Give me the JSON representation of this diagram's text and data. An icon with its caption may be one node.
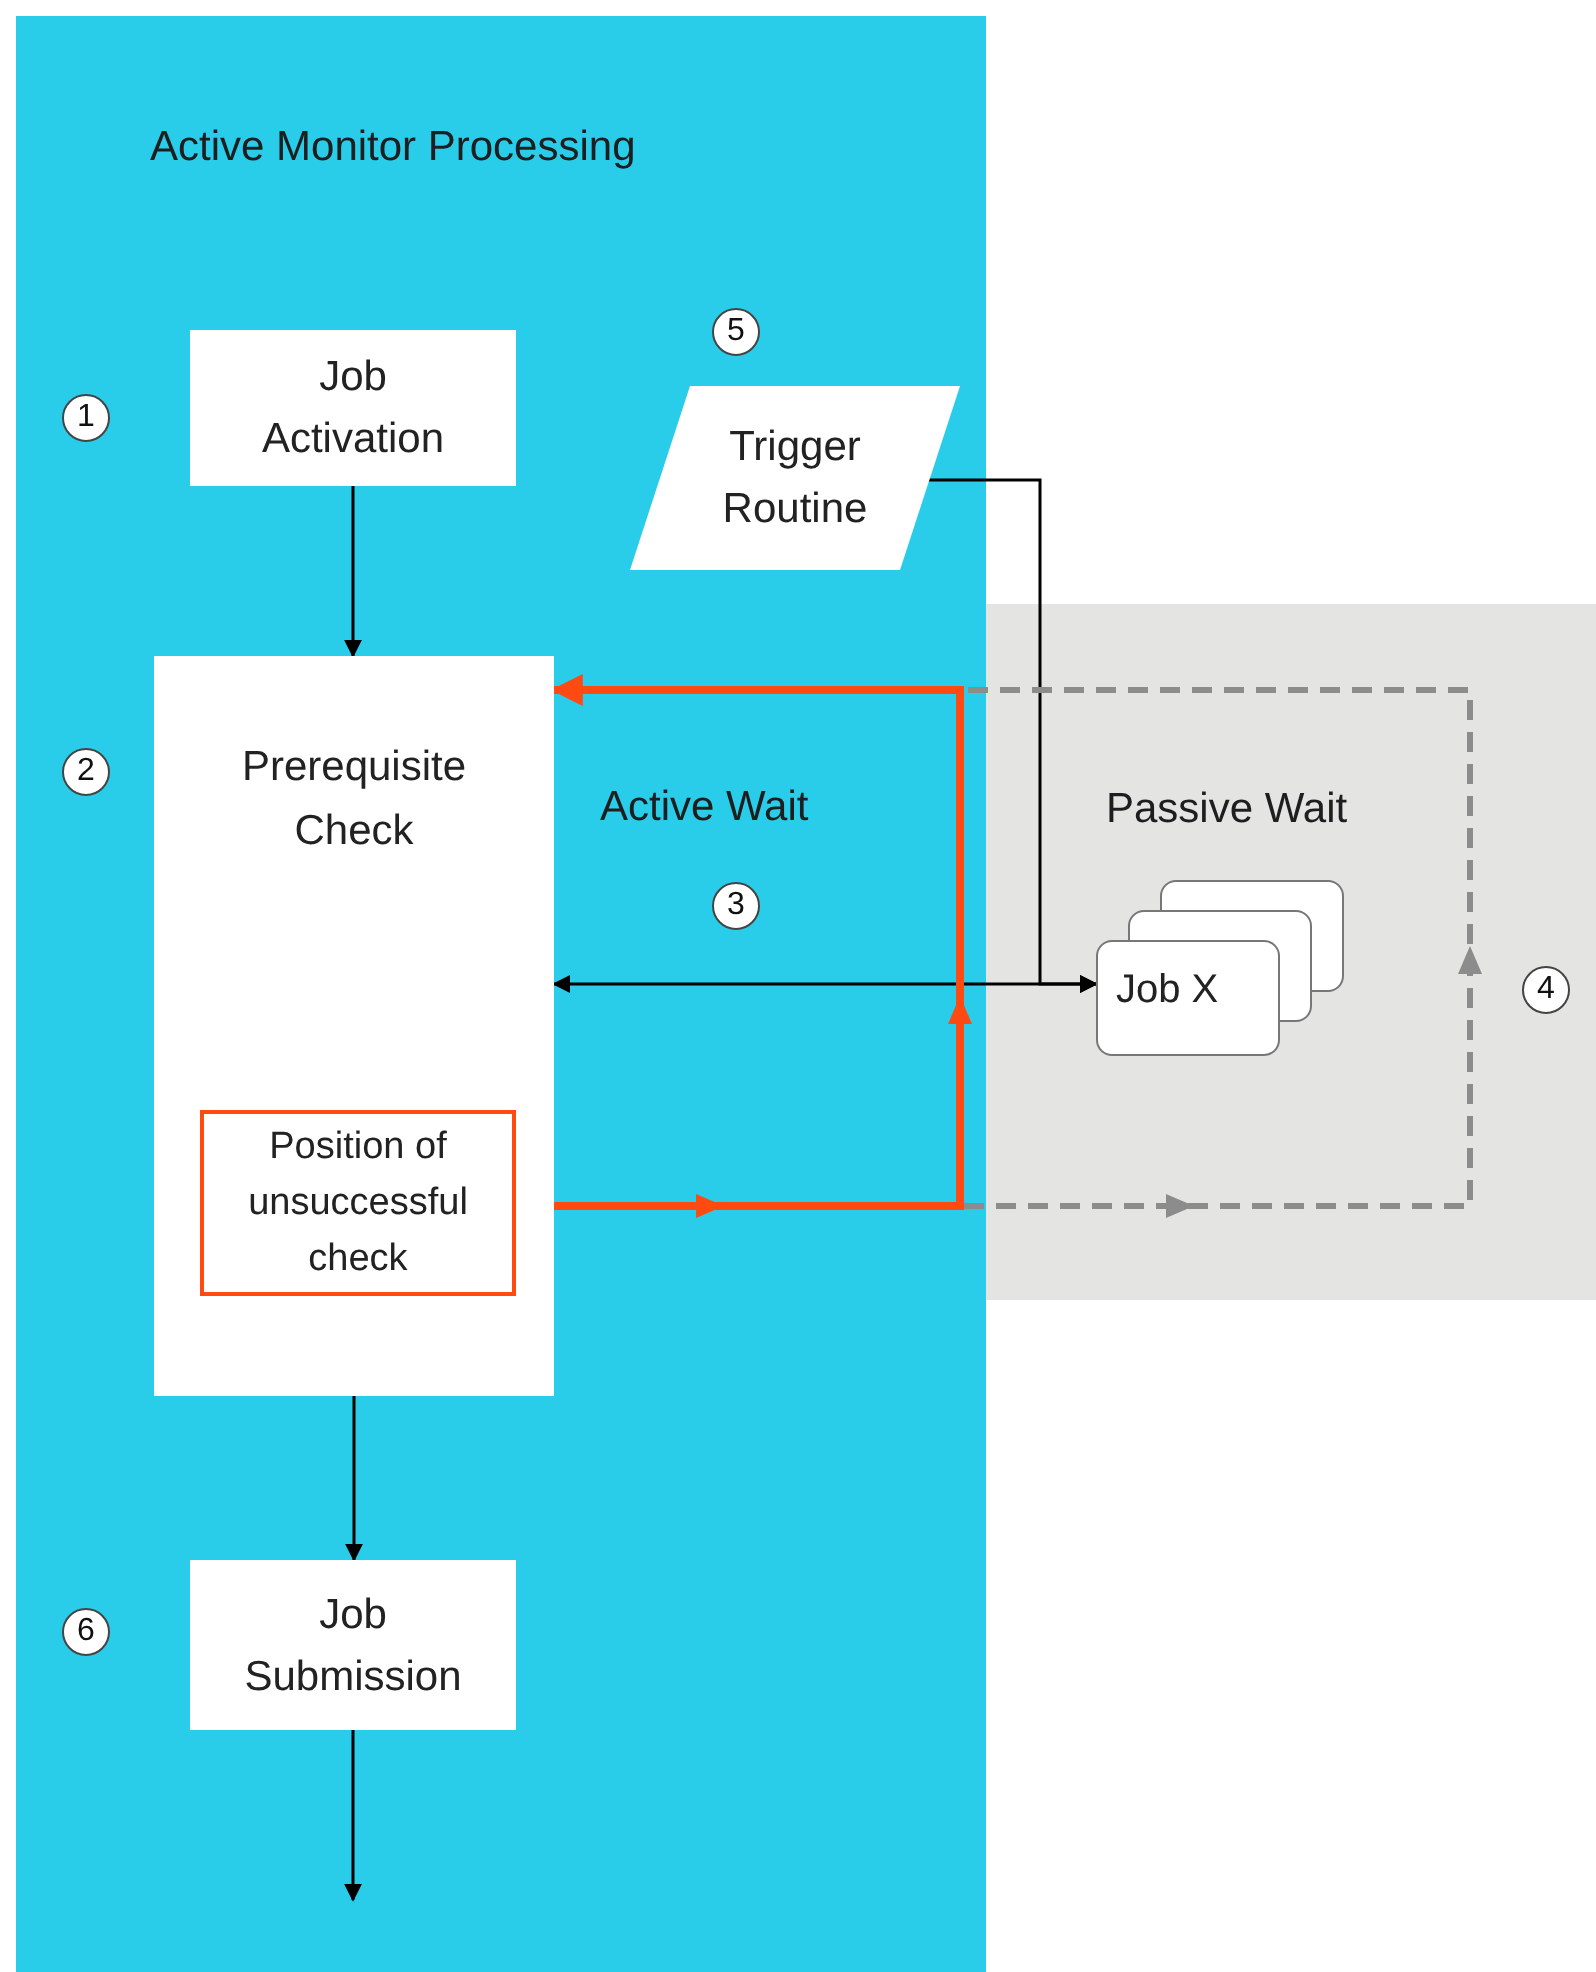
{
  "diagram": {
    "nodes": [
      {
        "text": [
          "Active Monitor Processing"
        ]
      },
      {
        "text": [
          "Passive Wait"
        ]
      },
      {
        "text": [
          "Job Activation"
        ],
        "in": 0
      },
      {
        "text": [
          "Trigger Routine"
        ],
        "in": 0
      },
      {
        "text": [
          "Prerequisite Check"
        ],
        "in": 0
      },
      {
        "text": [
          "Position of unsuccessful check"
        ],
        "in": 4
      },
      {
        "text": [
          "Job Submission"
        ],
        "in": 0
      },
      {
        "text": [
          "Job X"
        ],
        "in": 1
      }
    ],
    "edges": [
      {
        "from": 2,
        "to": 4,
        "arrow": "to"
      },
      {
        "from": 4,
        "to": 6,
        "arrow": "to"
      },
      {
        "from": 6,
        "to": null,
        "arrow": "to"
      },
      {
        "from": 4,
        "to": 7,
        "arrow": "both"
      },
      {
        "from": 3,
        "to": 7,
        "arrow": "to"
      },
      {
        "from": 5,
        "to": 4,
        "arrow": "to",
        "style": "dashed",
        "color": "#8c8c8c"
      },
      {
        "from": 5,
        "to": 4,
        "arrow": "to",
        "style": "thick",
        "color": "#ff4a12"
      }
    ],
    "labels": [
      "5",
      "1",
      "2",
      "Active Wait",
      "3",
      "4",
      "6"
    ]
  }
}
